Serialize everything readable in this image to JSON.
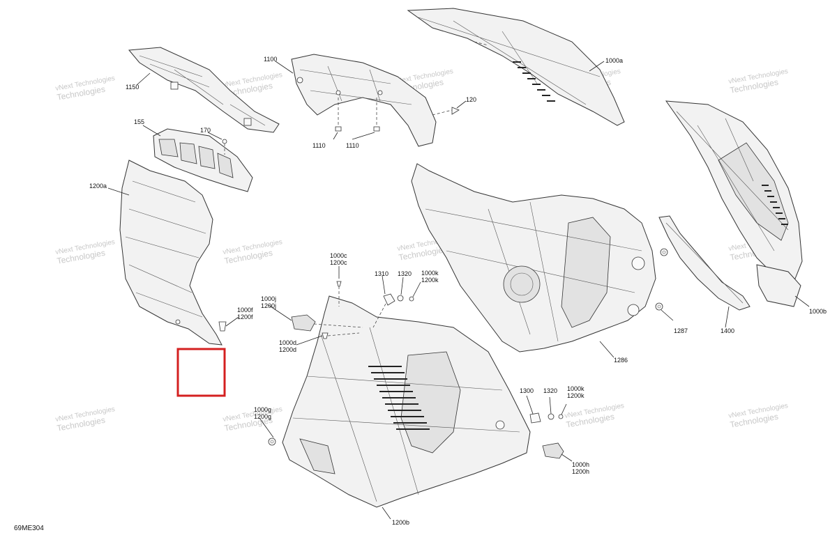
{
  "diagram": {
    "figure_id": "69ME304",
    "watermark_lines": [
      "vNext Technologies",
      "Technologies"
    ],
    "callouts": {
      "c1150": "1150",
      "c1100": "1100",
      "c1000a": "1000a",
      "c120": "120",
      "c155": "155",
      "c170": "170",
      "c1110a": "1110",
      "c1110b": "1110",
      "c1200a": "1200a",
      "c1000c": "1000c",
      "c1200c": "1200c",
      "c1310": "1310",
      "c1320a": "1320",
      "c1000k_a": "1000k",
      "c1200k_a": "1200k",
      "c1000j": "1000j",
      "c1200j": "1200j",
      "c1000f": "1000f",
      "c1200f": "1200f",
      "c1000d": "1000d",
      "c1200d": "1200d",
      "c1287": "1287",
      "c1400": "1400",
      "c1000b": "1000b",
      "c1286": "1286",
      "c1300": "1300",
      "c1320b": "1320",
      "c1000k_b": "1000k",
      "c1200k_b": "1200k",
      "c1000g": "1000g",
      "c1200g": "1200g",
      "c1000h": "1000h",
      "c1200h": "1200h",
      "c1200b": "1200b"
    }
  }
}
